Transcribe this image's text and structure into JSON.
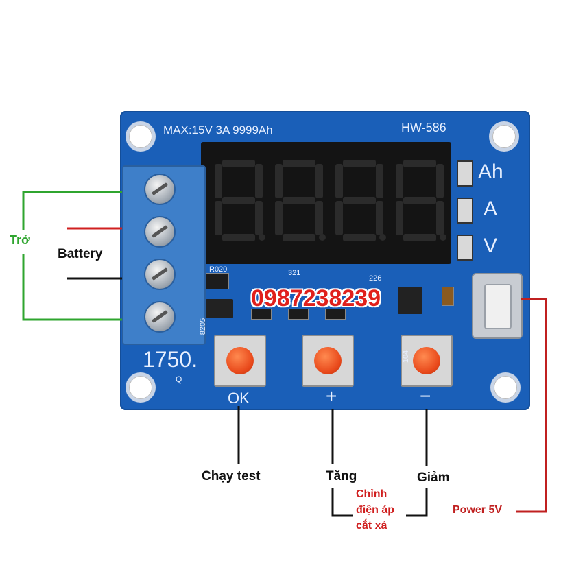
{
  "board": {
    "spec": "MAX:15V 3A 9999Ah",
    "model": "HW-586",
    "units": [
      "Ah",
      "A",
      "V"
    ],
    "resistor_code": "R020",
    "code_321": "321",
    "code_226": "226",
    "code_104": "104",
    "code_8205": "8205",
    "stamp": "1750.",
    "stamp_sub": "Q",
    "btn_ok": "OK",
    "btn_plus": "+",
    "btn_minus": "−"
  },
  "phone": "0987238239",
  "labels": {
    "resistor": "Trở",
    "battery": "Battery",
    "run_test": "Chạy test",
    "increase": "Tăng",
    "decrease": "Giảm",
    "adjust_line1": "Chỉnh",
    "adjust_line2": "điện áp",
    "adjust_line3": "cắt xả",
    "power": "Power 5V"
  },
  "colors": {
    "board": "#1a5fb8",
    "green_wire": "#2fa52f",
    "red_wire": "#d02020",
    "black_wire": "#111111",
    "button": "#e8481a"
  }
}
